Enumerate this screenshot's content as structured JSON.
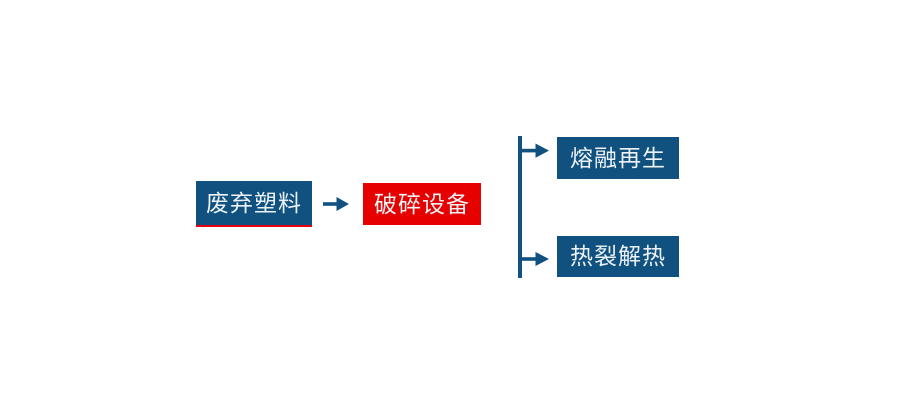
{
  "page": {
    "background": "#ffffff"
  },
  "diagram": {
    "type": "flowchart",
    "colors": {
      "node_blue": "#11517f",
      "node_red": "#e60000",
      "accent_underline": "#e60012",
      "connector_blue": "#11517f",
      "label_text": "#edf2f6"
    },
    "nodes": {
      "source": {
        "label": "废弃塑料"
      },
      "process": {
        "label": "破碎设备"
      },
      "branch_top": {
        "label": "熔融再生"
      },
      "branch_bottom": {
        "label": "热裂解热"
      }
    },
    "edges": [
      {
        "from": "source",
        "to": "process"
      },
      {
        "from": "process",
        "to": "branch_top"
      },
      {
        "from": "process",
        "to": "branch_bottom"
      }
    ]
  }
}
